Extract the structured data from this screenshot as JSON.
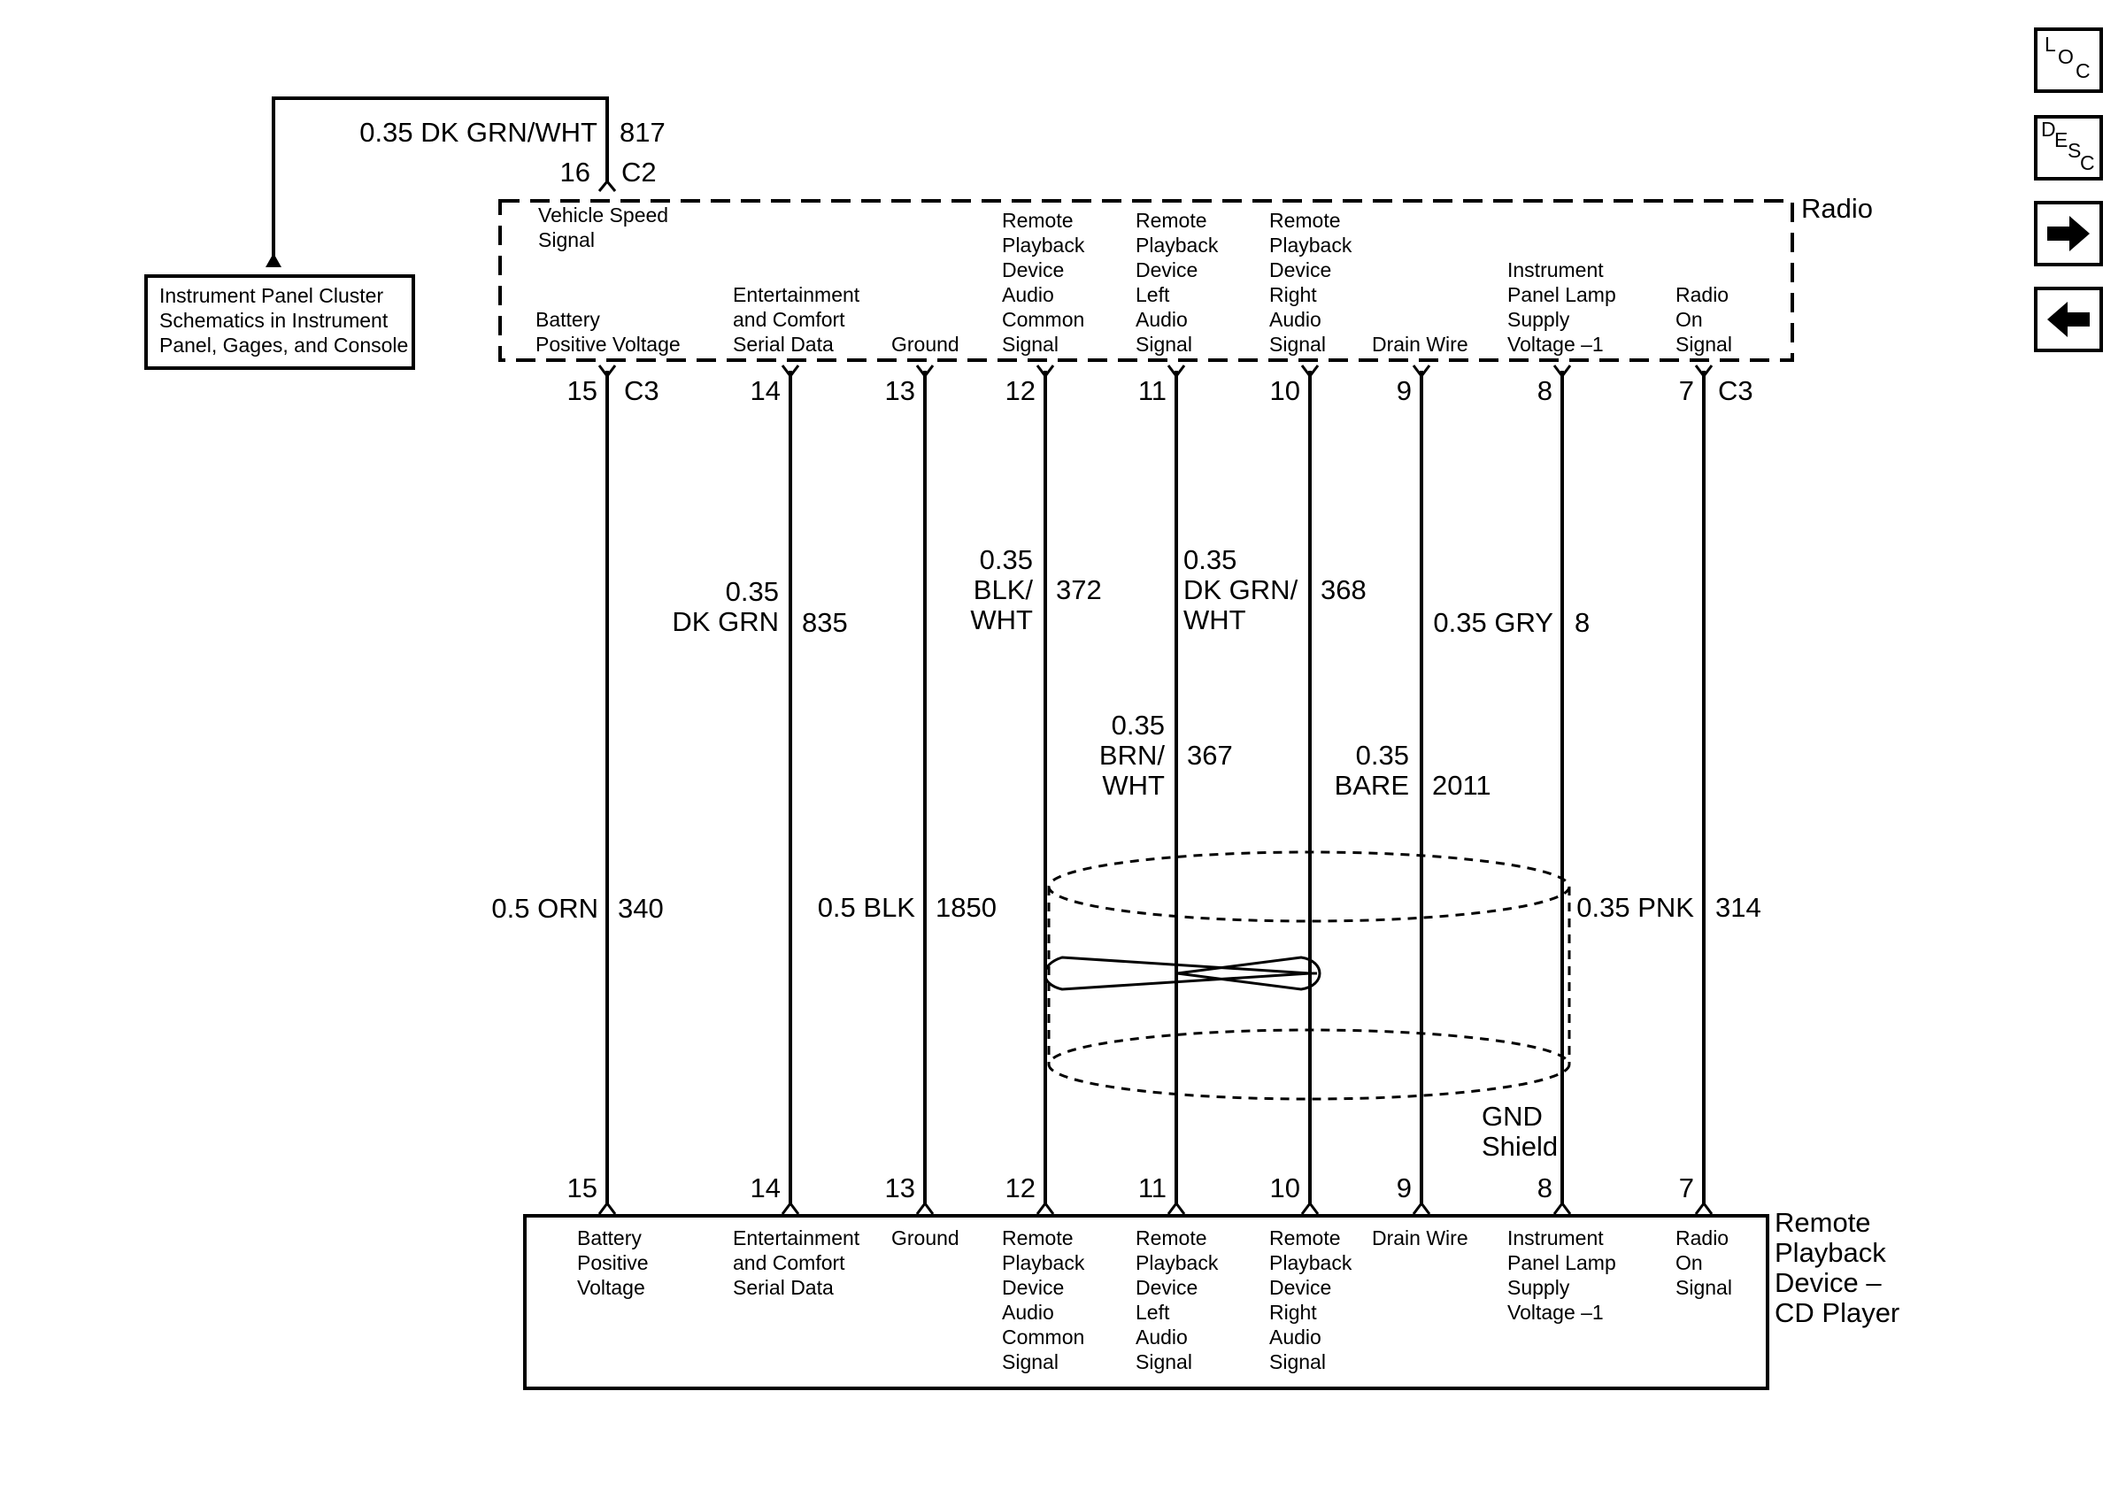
{
  "feed": {
    "wire": "0.35 DK GRN/WHT",
    "circuit": "817",
    "pin": "16",
    "connector": "C2"
  },
  "cluster_box": {
    "lines": [
      "Instrument Panel Cluster",
      "Schematics in Instrument",
      "Panel, Gages, and Console"
    ]
  },
  "radio": {
    "title": "Radio",
    "vehicle_speed": [
      "Vehicle Speed",
      "Signal"
    ],
    "connector": "C3"
  },
  "device": {
    "title_lines": [
      "Remote",
      "Playback",
      "Device –",
      "CD Player"
    ]
  },
  "pins": [
    {
      "num": "15",
      "top": [
        "Battery",
        "Positive Voltage"
      ],
      "bottom": [
        "Battery",
        "Positive",
        "Voltage"
      ]
    },
    {
      "num": "14",
      "top": [
        "Entertainment",
        "and Comfort",
        "Serial Data"
      ],
      "bottom": [
        "Entertainment",
        "and Comfort",
        "Serial Data"
      ]
    },
    {
      "num": "13",
      "top": [
        "Ground"
      ],
      "bottom": [
        "Ground"
      ]
    },
    {
      "num": "12",
      "top": [
        "Remote",
        "Playback",
        "Device",
        "Audio",
        "Common",
        "Signal"
      ],
      "bottom": [
        "Remote",
        "Playback",
        "Device",
        "Audio",
        "Common",
        "Signal"
      ]
    },
    {
      "num": "11",
      "top": [
        "Remote",
        "Playback",
        "Device",
        "Left",
        "Audio",
        "Signal"
      ],
      "bottom": [
        "Remote",
        "Playback",
        "Device",
        "Left",
        "Audio",
        "Signal"
      ]
    },
    {
      "num": "10",
      "top": [
        "Remote",
        "Playback",
        "Device",
        "Right",
        "Audio",
        "Signal"
      ],
      "bottom": [
        "Remote",
        "Playback",
        "Device",
        "Right",
        "Audio",
        "Signal"
      ]
    },
    {
      "num": "9",
      "top": [
        "Drain Wire"
      ],
      "bottom": [
        "Drain Wire"
      ]
    },
    {
      "num": "8",
      "top": [
        "Instrument",
        "Panel Lamp",
        "Supply",
        "Voltage –1"
      ],
      "bottom": [
        "Instrument",
        "Panel Lamp",
        "Supply",
        "Voltage –1"
      ]
    },
    {
      "num": "7",
      "top": [
        "Radio",
        "On",
        "Signal"
      ],
      "bottom": [
        "Radio",
        "On",
        "Signal"
      ]
    }
  ],
  "wires": [
    {
      "spec": [
        "0.5 ORN"
      ],
      "circuit": "340"
    },
    {
      "spec": [
        "0.35",
        "DK GRN"
      ],
      "circuit": "835"
    },
    {
      "spec": [
        "0.5 BLK"
      ],
      "circuit": "1850"
    },
    {
      "spec": [
        "0.35",
        "BLK/",
        "WHT"
      ],
      "circuit": "372"
    },
    {
      "spec": [
        "0.35",
        "BRN/",
        "WHT"
      ],
      "circuit": "367"
    },
    {
      "spec": [
        "0.35",
        "DK GRN/",
        "WHT"
      ],
      "circuit": "368"
    },
    {
      "spec": [
        "0.35",
        "BARE"
      ],
      "circuit": "2011"
    },
    {
      "spec": [
        "0.35 GRY"
      ],
      "circuit": "8"
    },
    {
      "spec": [
        "0.35 PNK"
      ],
      "circuit": "314"
    }
  ],
  "gnd_shield": [
    "GND",
    "Shield"
  ],
  "nav": {
    "loc": [
      "L",
      "O",
      "C"
    ],
    "desc": [
      "D",
      "E",
      "S",
      "C"
    ],
    "forward_icon": "arrow-right-icon",
    "back_icon": "arrow-left-icon"
  }
}
